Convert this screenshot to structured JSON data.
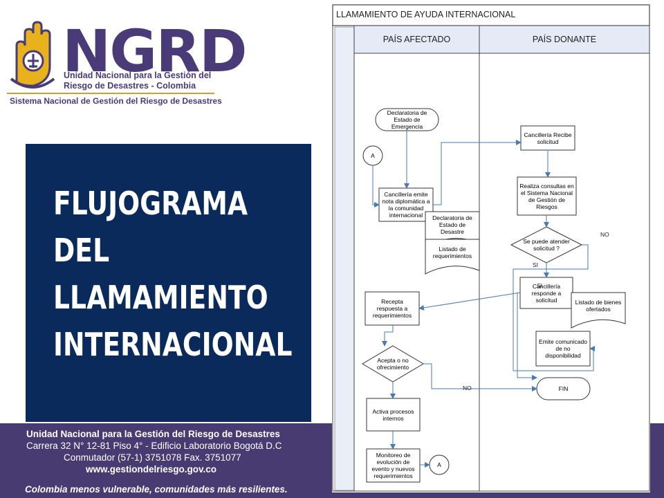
{
  "logo": {
    "acronym": "NGRD",
    "line1": "Unidad Nacional para la Gestión del",
    "line2": "Riesgo de Desastres - Colombia",
    "system": "Sistema Nacional de Gestión del Riesgo de Desastres"
  },
  "title": {
    "lines": [
      "FLUJOGRAMA",
      "DEL",
      "LLAMAMIENTO",
      "INTERNACIONAL"
    ]
  },
  "footer": {
    "org": "Unidad Nacional para la Gestión del Riesgo de Desastres",
    "address": "Carrera 32 N° 12-81 Piso 4° - Edificio Laboratorio Bogotá D.C",
    "phone": "Conmutador (57-1) 3751078 Fax. 3751077",
    "web": "www.gestiondelriesgo.gov.co",
    "slogan": "Colombia menos vulnerable, comunidades más resilientes."
  },
  "flowchart": {
    "title": "LLAMAMIENTO DE AYUDA INTERNACIONAL",
    "lanes": [
      "PAÍS AFECTADO",
      "PAÍS DONANTE"
    ],
    "nodes": {
      "declaratoria": "Declaratoria de Estado de Emergencia",
      "connector_a_top": "A",
      "nota": "Cancillería emite nota diplomática a la comunidad internacional",
      "doc_desastre": "Declaratoria de Estado de Desastre",
      "doc_requerimientos": "Listado de requerimientos",
      "recibe": "Cancillería Recibe solicitud",
      "consultas": "Realiza consultas en el Sistema Nacional de Gestión de Riesgos",
      "decision_atender": "Se puede atender solicitud ?",
      "responde": "Cancillería responde a solicitud",
      "doc_bienes": "Listado de bienes ofertados",
      "recepta": "Recepta respuesta a requerimientos",
      "comunicado": "Emite comunicado de no disponibilidad",
      "decision_acepta": "Acepta o no ofrecimiento",
      "fin": "FIN",
      "activa": "Activa procesos internos",
      "monitoreo": "Monitoreo de evolución de evento y nuevos requerimientos",
      "connector_a_bottom": "A"
    },
    "edge_labels": {
      "no_atender": "NO",
      "si_atender": "SI",
      "si_responde": "SI",
      "no_acepta": "NO"
    }
  }
}
